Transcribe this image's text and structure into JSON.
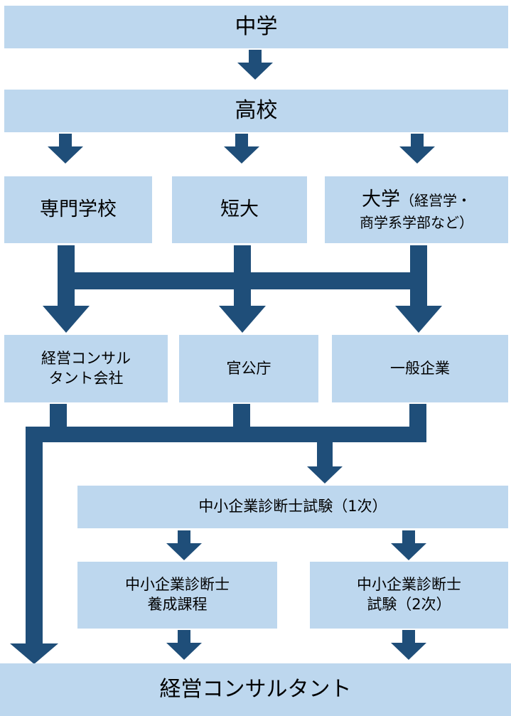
{
  "colors": {
    "box_fill": "#bdd7ee",
    "arrow": "#1f4e79",
    "text": "#000000"
  },
  "nodes": {
    "junior_high": "中学",
    "high_school": "高校",
    "vocational_school": "専門学校",
    "junior_college": "短大",
    "university_main": "大学",
    "university_detail_1": "（経営学・",
    "university_detail_2": "商学系学部など）",
    "consulting_firm_line1": "経営コンサル",
    "consulting_firm_line2": "タント会社",
    "government": "官公庁",
    "general_company": "一般企業",
    "exam_first": "中小企業診断士試験（1次）",
    "training_line1": "中小企業診断士",
    "training_line2": "養成課程",
    "exam_second_line1": "中小企業診断士",
    "exam_second_line2": "試験（2次）",
    "consultant": "経営コンサルタント"
  }
}
